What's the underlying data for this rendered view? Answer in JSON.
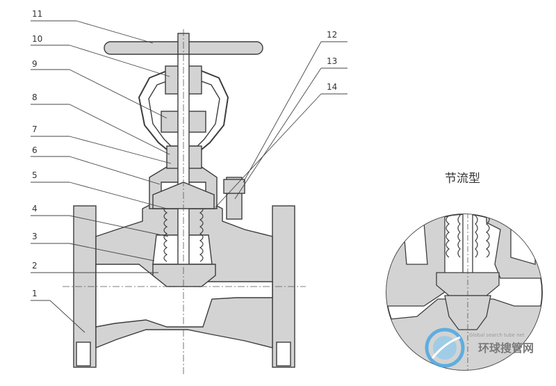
{
  "diagram": {
    "callouts": [
      {
        "label": "11"
      },
      {
        "label": "10"
      },
      {
        "label": "9"
      },
      {
        "label": "8"
      },
      {
        "label": "7"
      },
      {
        "label": "6"
      },
      {
        "label": "5"
      },
      {
        "label": "4"
      },
      {
        "label": "3"
      },
      {
        "label": "2"
      },
      {
        "label": "1"
      },
      {
        "label": "12"
      },
      {
        "label": "13"
      },
      {
        "label": "14"
      }
    ],
    "detail_title": "节流型",
    "watermark": {
      "main": "环球搜管网",
      "sub": "Global search tube net"
    },
    "colors": {
      "body_fill": "#d3d3d3",
      "line": "#3c3c3c",
      "hatch": "#8a8a8a",
      "watermark_blue": "#4aa6e0"
    }
  }
}
